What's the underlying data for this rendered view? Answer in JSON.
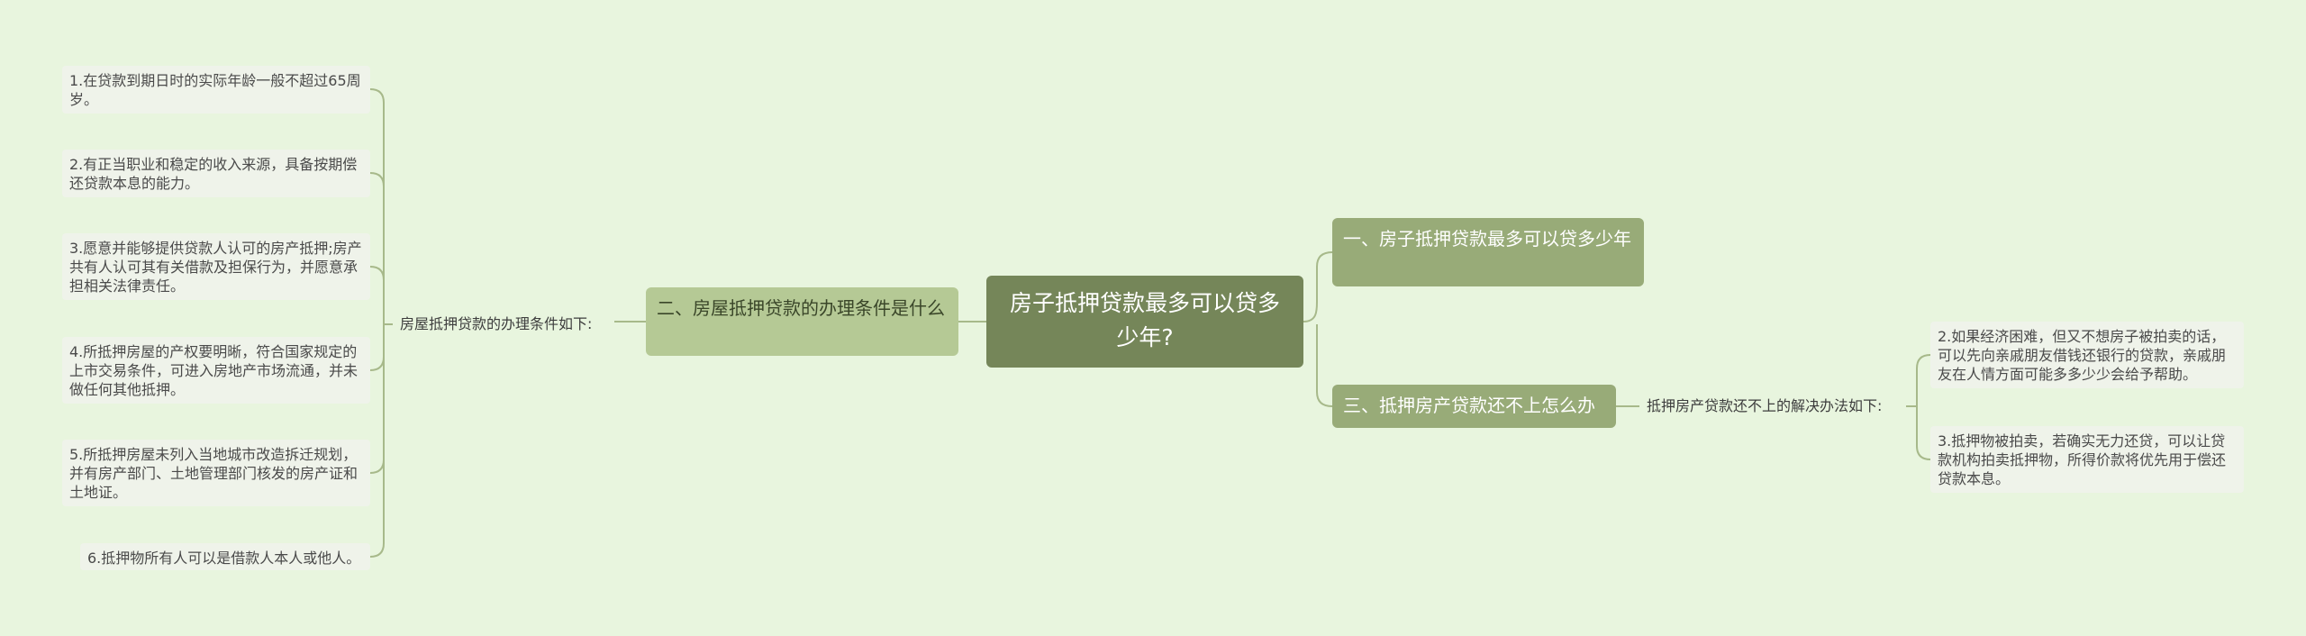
{
  "root": {
    "label": "房子抵押贷款最多可以贷多少年?"
  },
  "left_branch": {
    "label": "二、房屋抵押贷款的办理条件是什么",
    "sub": {
      "label": "房屋抵押贷款的办理条件如下:",
      "items": [
        "1.在贷款到期日时的实际年龄一般不超过65周岁。",
        "2.有正当职业和稳定的收入来源，具备按期偿还贷款本息的能力。",
        "3.愿意并能够提供贷款人认可的房产抵押;房产共有人认可其有关借款及担保行为，并愿意承担相关法律责任。",
        "4.所抵押房屋的产权要明晰，符合国家规定的上市交易条件，可进入房地产市场流通，并未做任何其他抵押。",
        "5.所抵押房屋未列入当地城市改造拆迁规划，并有房产部门、土地管理部门核发的房产证和土地证。",
        "6.抵押物所有人可以是借款人本人或他人。"
      ]
    }
  },
  "right_branches": [
    {
      "label": "一、房子抵押贷款最多可以贷多少年"
    },
    {
      "label": "三、抵押房产贷款还不上怎么办",
      "sub": {
        "label": "抵押房产贷款还不上的解决办法如下:",
        "items": [
          "2.如果经济困难，但又不想房子被拍卖的话，可以先向亲戚朋友借钱还银行的贷款，亲戚朋友在人情方面可能多多少少会给予帮助。",
          "3.抵押物被拍卖，若确实无力还贷，可以让贷款机构拍卖抵押物，所得价款将优先用于偿还贷款本息。"
        ]
      }
    }
  ],
  "colors": {
    "background": "#e8f5de",
    "root": "#758659",
    "left_main": "#b5c995",
    "right_main": "#98ab78",
    "leaf": "#eff3ea",
    "connector": "#a7b98a"
  }
}
